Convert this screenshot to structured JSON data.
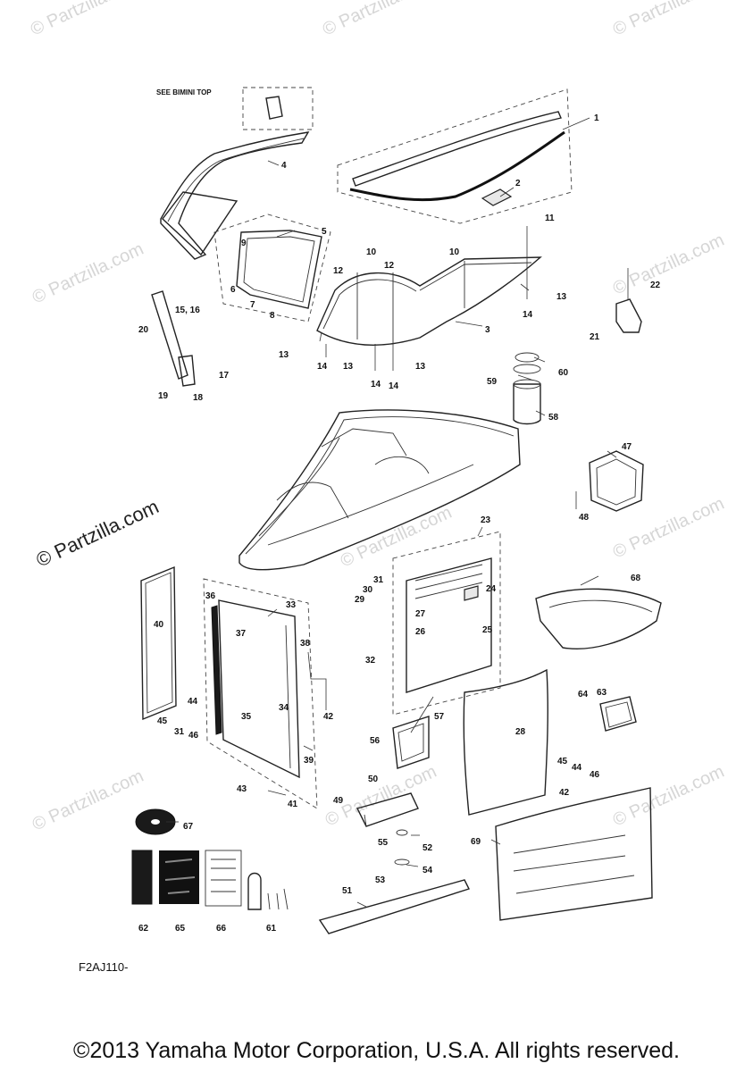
{
  "watermarks": [
    "© Partzilla.com",
    "© Partzilla.com",
    "© Partzilla.com",
    "© Partzilla.com",
    "© Partzilla.com",
    "© Partzilla.com",
    "© Partzilla.com",
    "© Partzilla.com",
    "© Partzilla.com",
    "© Partzilla.com"
  ],
  "watermark_main": "© Partzilla.com",
  "see_note": "SEE BIMINI TOP",
  "diagram_code": "F2AJ110-",
  "copyright": "©2013 Yamaha Motor Corporation, U.S.A. All rights reserved.",
  "callouts": [
    "1",
    "2",
    "4",
    "5",
    "9",
    "6",
    "7",
    "8",
    "10",
    "12",
    "10",
    "11",
    "13",
    "3",
    "14",
    "12",
    "13",
    "14",
    "13",
    "13",
    "14",
    "14",
    "20",
    "15, 16",
    "17",
    "19",
    "18",
    "22",
    "21",
    "60",
    "59",
    "58",
    "47",
    "48",
    "23",
    "68",
    "31",
    "30",
    "29",
    "24",
    "27",
    "26",
    "25",
    "36",
    "33",
    "40",
    "37",
    "38",
    "32",
    "42",
    "44",
    "45",
    "31",
    "46",
    "34",
    "35",
    "57",
    "56",
    "28",
    "64",
    "63",
    "39",
    "43",
    "41",
    "50",
    "49",
    "45",
    "44",
    "42",
    "46",
    "67",
    "55",
    "52",
    "69",
    "54",
    "53",
    "51",
    "62",
    "65",
    "66",
    "61"
  ]
}
